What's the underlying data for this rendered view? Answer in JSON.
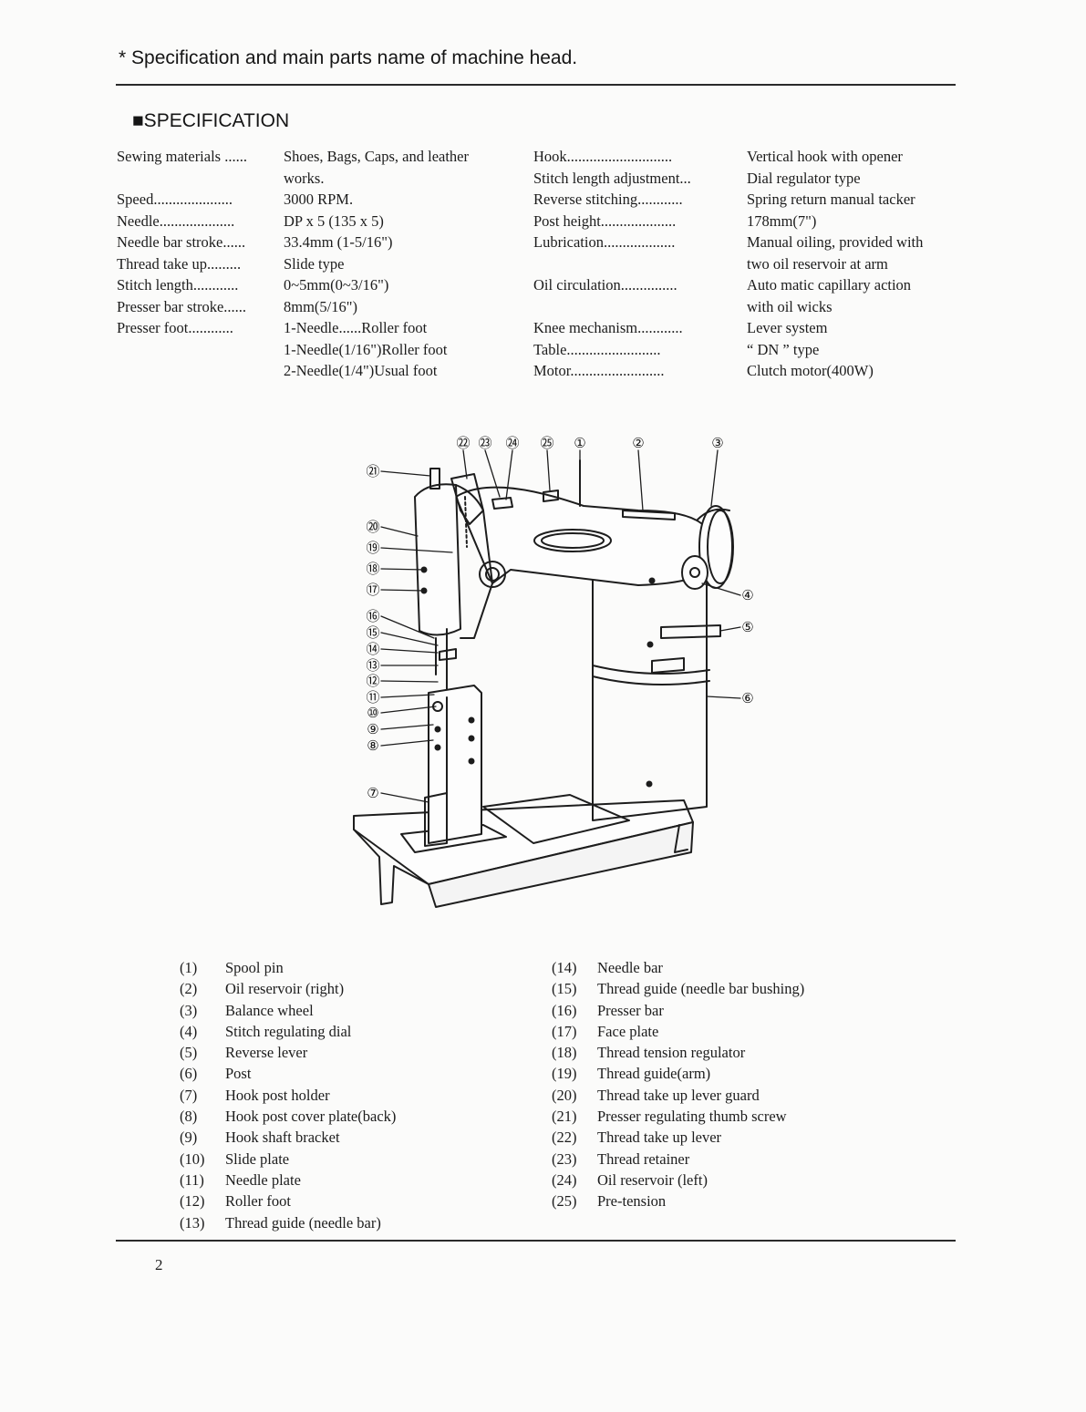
{
  "header": {
    "title": "* Specification and main parts name of machine head."
  },
  "specification": {
    "heading": "■SPECIFICATION",
    "left_column": [
      {
        "label": "Sewing materials ......",
        "value": [
          "Shoes, Bags, Caps, and leather",
          "works."
        ]
      },
      {
        "label": "Speed.....................",
        "value": [
          "3000 RPM."
        ]
      },
      {
        "label": "Needle....................",
        "value": [
          "DP x 5 (135 x 5)"
        ]
      },
      {
        "label": "Needle bar stroke......",
        "value": [
          "33.4mm (1-5/16\")"
        ]
      },
      {
        "label": "Thread take up.........",
        "value": [
          "Slide type"
        ]
      },
      {
        "label": "Stitch length............",
        "value": [
          "0~5mm(0~3/16\")"
        ]
      },
      {
        "label": "Presser bar stroke......",
        "value": [
          "8mm(5/16\")"
        ]
      },
      {
        "label": "Presser foot............",
        "value": [
          "1-Needle......Roller foot",
          "1-Needle(1/16\")Roller foot",
          "2-Needle(1/4\")Usual foot"
        ]
      }
    ],
    "right_column": [
      {
        "label": "Hook............................",
        "value": [
          "Vertical hook with opener"
        ]
      },
      {
        "label": "Stitch length adjustment...",
        "value": [
          "Dial regulator type"
        ]
      },
      {
        "label": "Reverse stitching............",
        "value": [
          "Spring return manual tacker"
        ]
      },
      {
        "label": "Post height....................",
        "value": [
          "178mm(7\")"
        ]
      },
      {
        "label": "Lubrication...................",
        "value": [
          "Manual oiling, provided with",
          "two oil reservoir at arm"
        ]
      },
      {
        "label": "Oil circulation...............",
        "value": [
          "Auto matic capillary action",
          "with oil wicks"
        ]
      },
      {
        "label": "Knee mechanism............",
        "value": [
          "Lever system"
        ]
      },
      {
        "label": "Table.........................",
        "value": [
          "“ DN ” type"
        ]
      },
      {
        "label": "Motor.........................",
        "value": [
          "Clutch motor(400W)"
        ]
      }
    ]
  },
  "figure": {
    "callouts": [
      "①",
      "②",
      "③",
      "④",
      "⑤",
      "⑥",
      "⑦",
      "⑧",
      "⑨",
      "⑩",
      "⑪",
      "⑫",
      "⑬",
      "⑭",
      "⑮",
      "⑯",
      "⑰",
      "⑱",
      "⑲",
      "⑳",
      "㉑",
      "㉒",
      "㉓",
      "㉔",
      "㉕"
    ]
  },
  "parts": {
    "left": [
      {
        "num": "(1)",
        "name": "Spool pin"
      },
      {
        "num": "(2)",
        "name": "Oil reservoir (right)"
      },
      {
        "num": "(3)",
        "name": "Balance wheel"
      },
      {
        "num": "(4)",
        "name": "Stitch regulating dial"
      },
      {
        "num": "(5)",
        "name": "Reverse lever"
      },
      {
        "num": "(6)",
        "name": "Post"
      },
      {
        "num": "(7)",
        "name": "Hook post holder"
      },
      {
        "num": "(8)",
        "name": "Hook post cover plate(back)"
      },
      {
        "num": "(9)",
        "name": "Hook shaft bracket"
      },
      {
        "num": "(10)",
        "name": "Slide plate"
      },
      {
        "num": "(11)",
        "name": "Needle plate"
      },
      {
        "num": "(12)",
        "name": "Roller foot"
      },
      {
        "num": "(13)",
        "name": "Thread guide (needle bar)"
      }
    ],
    "right": [
      {
        "num": "(14)",
        "name": "Needle bar"
      },
      {
        "num": "(15)",
        "name": "Thread guide (needle bar bushing)"
      },
      {
        "num": "(16)",
        "name": "Presser bar"
      },
      {
        "num": "(17)",
        "name": "Face plate"
      },
      {
        "num": "(18)",
        "name": "Thread tension regulator"
      },
      {
        "num": "(19)",
        "name": "Thread guide(arm)"
      },
      {
        "num": "(20)",
        "name": "Thread take up lever guard"
      },
      {
        "num": "(21)",
        "name": "Presser regulating thumb screw"
      },
      {
        "num": "(22)",
        "name": "Thread take up lever"
      },
      {
        "num": "(23)",
        "name": "Thread retainer"
      },
      {
        "num": "(24)",
        "name": "Oil reservoir (left)"
      },
      {
        "num": "(25)",
        "name": "Pre-tension"
      }
    ]
  },
  "footer": {
    "page_number": "2"
  }
}
